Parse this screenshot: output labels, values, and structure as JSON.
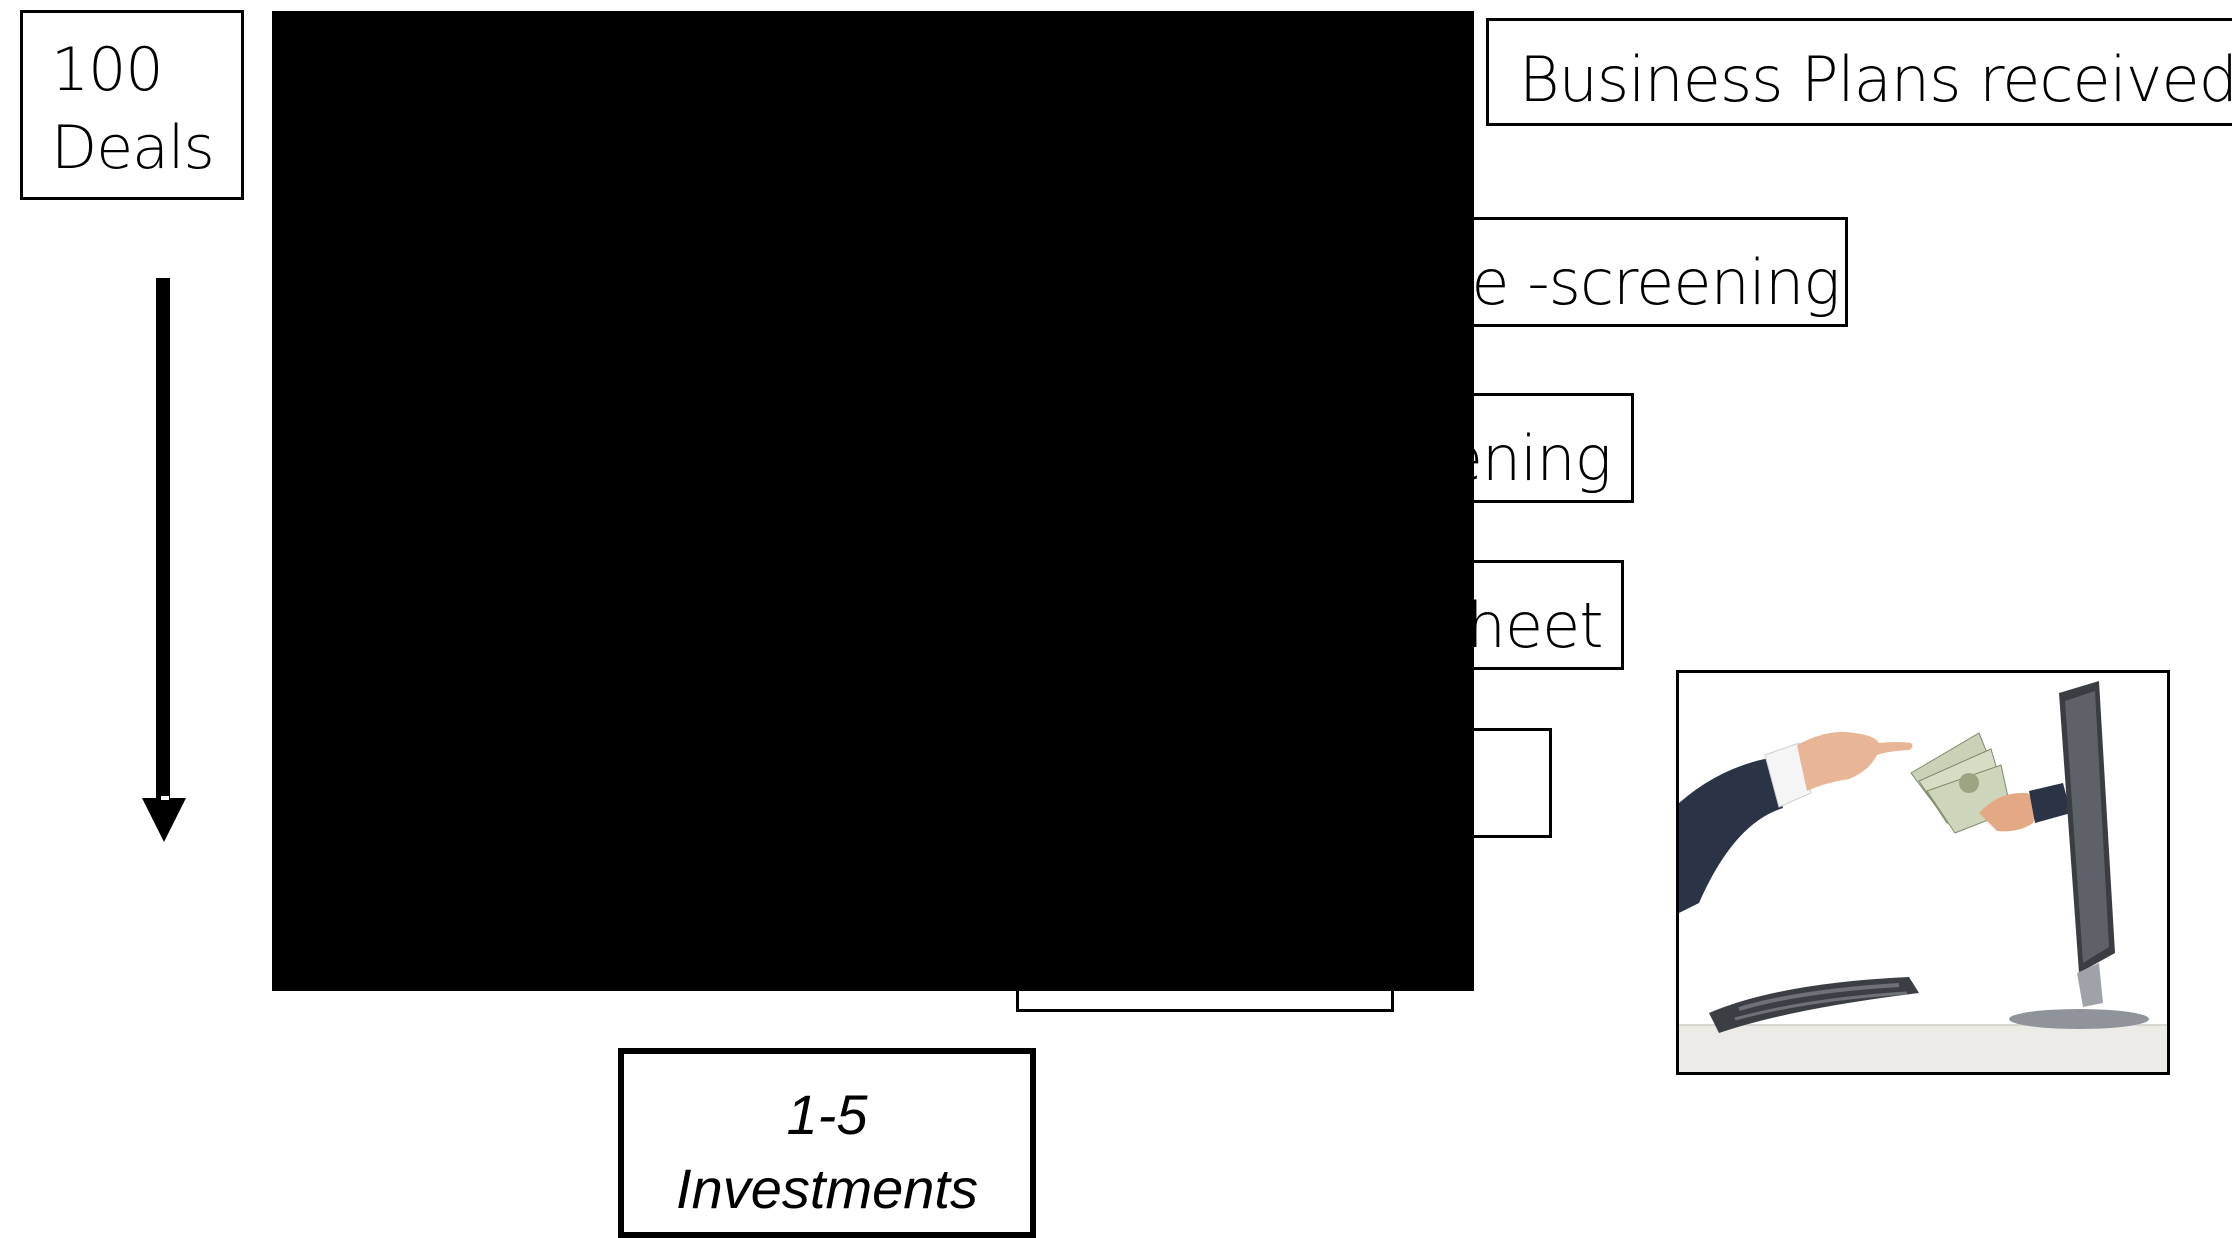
{
  "deals": {
    "count": "100",
    "label": "Deals"
  },
  "stages": [
    {
      "label": "Business Plans received"
    },
    {
      "label": "Pre -screening"
    },
    {
      "label": "Screening"
    },
    {
      "label": "Terms Sheet"
    }
  ],
  "result": {
    "range": "1-5",
    "label": "Investments"
  },
  "photo": {
    "description": "hand-with-money-from-monitor-icon"
  }
}
